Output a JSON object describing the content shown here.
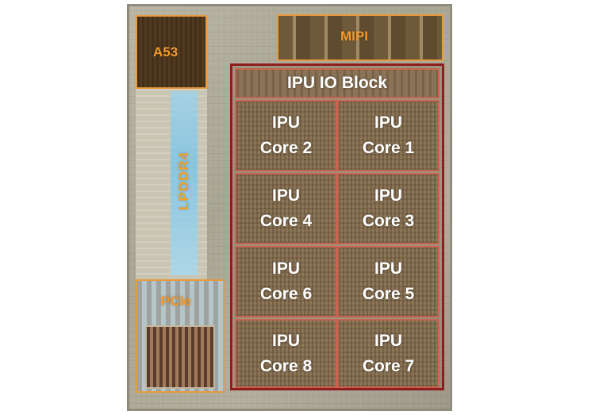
{
  "blocks": {
    "a53": "A53",
    "mipi": "MIPI",
    "lpddr4": "LPDDR4",
    "pcie": "PCIe"
  },
  "ipu": {
    "io_block": "IPU IO Block",
    "cores": [
      {
        "line1": "IPU",
        "line2": "Core 2"
      },
      {
        "line1": "IPU",
        "line2": "Core 1"
      },
      {
        "line1": "IPU",
        "line2": "Core 4"
      },
      {
        "line1": "IPU",
        "line2": "Core 3"
      },
      {
        "line1": "IPU",
        "line2": "Core 6"
      },
      {
        "line1": "IPU",
        "line2": "Core 5"
      },
      {
        "line1": "IPU",
        "line2": "Core 8"
      },
      {
        "line1": "IPU",
        "line2": "Core 7"
      }
    ]
  },
  "colors": {
    "label_orange": "#f29a2e",
    "outline_orange": "#e89a3e",
    "ipu_border": "#8f1d1d",
    "cell_border": "#c7634e",
    "lpddr_blue": "#7ec4e6"
  }
}
